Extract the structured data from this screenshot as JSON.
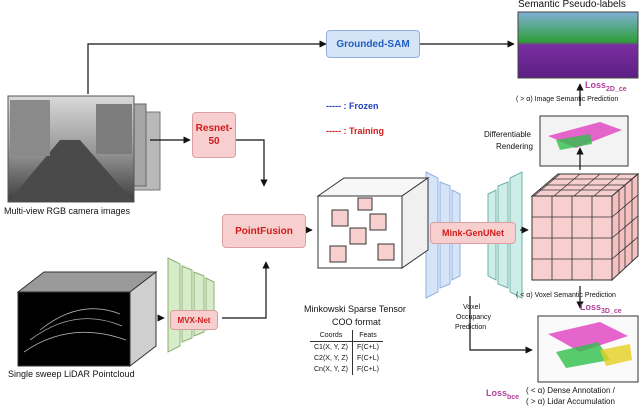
{
  "title_top": "Semantic Pseudo-labels",
  "grounded_sam": "Grounded-SAM",
  "legend": {
    "frozen": "----- : Frozen",
    "training": "----- : Training"
  },
  "resnet": [
    "Resnet-",
    "50"
  ],
  "pointfusion": "PointFusion",
  "mvx": "MVX-Net",
  "mink": "Mink-GenUNet",
  "camera_caption": "Multi-view RGB camera images",
  "lidar_caption": "Single sweep LiDAR Pointcloud",
  "tensor_caption": [
    "Minkowski Sparse Tensor",
    "COO format"
  ],
  "coo": {
    "headers": [
      "Coords",
      "Feats"
    ],
    "rows": [
      [
        "C1(X, Y, Z)",
        "F(C+L)"
      ],
      [
        "C2(X, Y, Z)",
        "F(C+L)"
      ],
      [
        "Cn(X, Y, Z)",
        "F(C+L)"
      ]
    ]
  },
  "loss2d": {
    "base": "Loss",
    "sub": "2D_ce"
  },
  "loss3d": {
    "base": "Loss",
    "sub": "3D_ce"
  },
  "lossbce": {
    "base": "Loss",
    "sub": "bce"
  },
  "image_sem_pred": "( > α) Image Semantic Prediction",
  "diff_render": [
    "Differentiable",
    "Rendering"
  ],
  "voxel_sem_pred": "( < α) Voxel Semantic Prediction",
  "voxel_occ": [
    "Voxel",
    "Occupancy",
    "Prediction"
  ],
  "dense_annot": [
    "( < α) Dense Annotation /",
    "( > α) Lidar Accumulation"
  ],
  "colors": {
    "red": "#d01c1c",
    "blue": "#1f5fbf",
    "pink": "#b0449a",
    "cube_face": "#f8cfcf"
  }
}
